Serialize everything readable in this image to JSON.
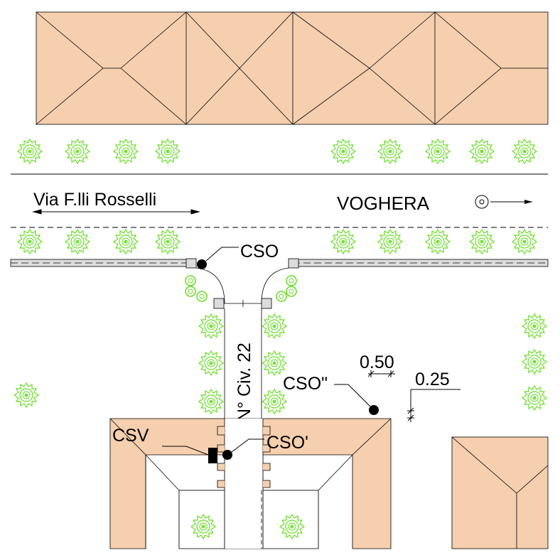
{
  "street": {
    "name": "Via F.lli Rosselli",
    "direction_label": "VOGHERA"
  },
  "civic": {
    "label": "N° Civ. 22"
  },
  "labels": {
    "cso": "CSO",
    "cso_prime": "CSO'",
    "cso_double_prime": "CSO\"",
    "csv": "CSV"
  },
  "dimensions": {
    "d1": "0.50",
    "d2": "0.25"
  },
  "colors": {
    "roof": "#f5cfae",
    "tree": "#66dd22",
    "line": "#000000",
    "kerb": "#dcdcdc",
    "background": "#ffffff"
  },
  "icons": {
    "tree": "tree-symbol-icon",
    "direction": "direction-arrow-icon",
    "manhole": "manhole-dot-icon"
  }
}
